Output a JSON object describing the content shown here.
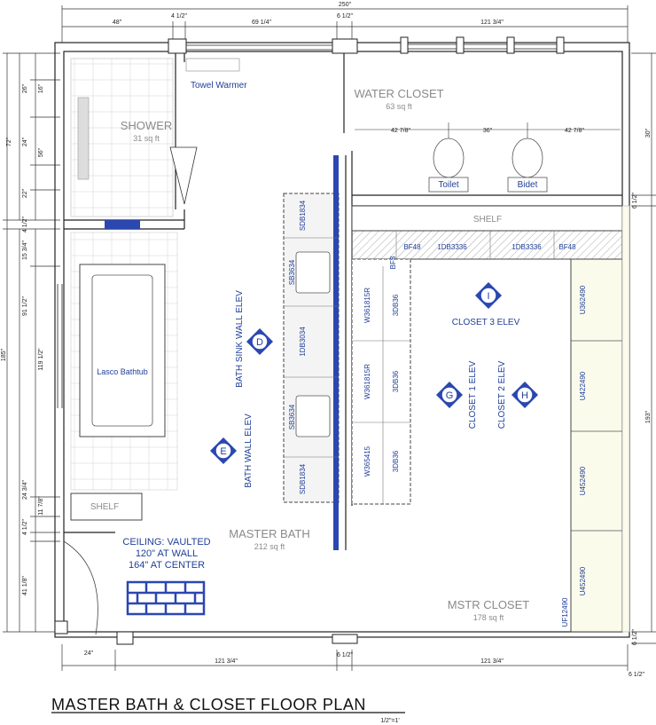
{
  "dimensions": {
    "overall_width": "250\"",
    "top_seg1": "48\"",
    "top_seg2": "4 1/2\"",
    "top_seg3": "69 1/4\"",
    "top_seg4": "6 1/2\"",
    "top_seg5": "121 3/4\"",
    "bottom_seg1": "24\"",
    "bottom_seg2": "121 3/4\"",
    "bottom_seg3": "6 1/2\"",
    "bottom_seg4": "121 3/4\"",
    "bottom_seg5": "6 1/2\"",
    "left_overall": "185\"",
    "left_72": "72\"",
    "left_26": "26\"",
    "left_16": "16\"",
    "left_24": "24\"",
    "left_56": "56\"",
    "left_22": "22\"",
    "left_4half": "4 1/2\"",
    "left_15_3_4": "15 3/4\"",
    "left_91_half": "91 1/2\"",
    "left_119_half": "119 1/2\"",
    "left_24_3_4": "24 3/4\"",
    "left_11_7_8": "11 7/8\"",
    "left_4half_b": "4 1/2\"",
    "left_41_1_8": "41 1/8\"",
    "right_30": "30\"",
    "right_6half_top": "6 1/2\"",
    "right_193": "193\"",
    "right_6half_bottom": "6 1/2\"",
    "wc_42_7_8_a": "42 7/8\"",
    "wc_36": "36\"",
    "wc_42_7_8_b": "42 7/8\""
  },
  "rooms": {
    "water_closet": {
      "name": "WATER CLOSET",
      "area": "63 sq ft"
    },
    "shower": {
      "name": "SHOWER",
      "area": "31 sq ft"
    },
    "master_bath": {
      "name": "MASTER BATH",
      "area": "212 sq ft"
    },
    "mstr_closet": {
      "name": "MSTR CLOSET",
      "area": "178 sq ft"
    }
  },
  "fixtures": {
    "towel_warmer": "Towel Warmer",
    "toilet": "Toilet",
    "bidet": "Bidet",
    "bathtub": "Lasco Bathtub",
    "shelf_left": "SHELF",
    "shelf_closet": "SHELF"
  },
  "ceiling": {
    "line1": "CEILING: VAULTED",
    "line2": "120\" AT WALL",
    "line3": "164\" AT CENTER"
  },
  "elevations": {
    "D": {
      "letter": "D",
      "label": "BATH SINK WALL ELEV"
    },
    "E": {
      "letter": "E",
      "label": "BATH WALL ELEV"
    },
    "G": {
      "letter": "G",
      "label": "CLOSET 1 ELEV"
    },
    "H": {
      "letter": "H",
      "label": "CLOSET 2 ELEV"
    },
    "I": {
      "letter": "I",
      "label": "CLOSET 3 ELEV"
    }
  },
  "cabinets": {
    "sink_run": [
      "SDB1834",
      "SB3634",
      "1DB3034",
      "SB3634",
      "SDB1834"
    ],
    "closet_top": [
      "BF48",
      "1DB3336",
      "1DB3336",
      "BF48"
    ],
    "closet_corner": "BF3",
    "closet_wall": [
      "W361815R",
      "W361815R",
      "W365415"
    ],
    "closet_drawers": [
      "3DB36",
      "3DB36",
      "3DB36"
    ],
    "closet_right": [
      "U362490",
      "U422490",
      "U452490",
      "U452490"
    ],
    "closet_filler": "UF12490"
  },
  "title": "MASTER BATH & CLOSET FLOOR PLAN",
  "scale": "1/2\"=1'"
}
